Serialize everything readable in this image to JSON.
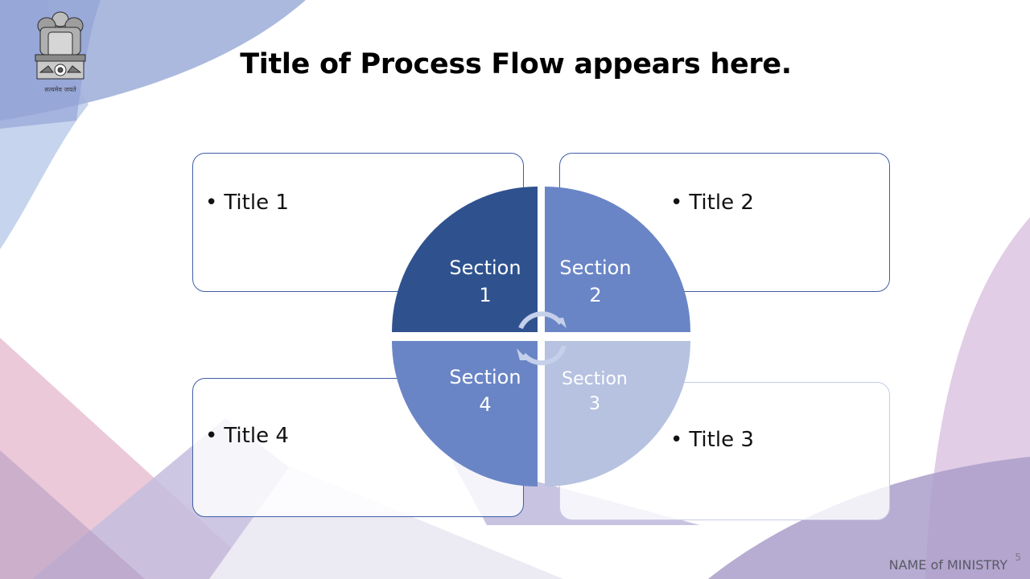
{
  "slide": {
    "title": "Title of Process Flow appears here.",
    "emblem_motto": "सत्यमेव जयते",
    "footer": "NAME of MINISTRY",
    "page_number": "5"
  },
  "cards": [
    {
      "label": "Title 1"
    },
    {
      "label": "Title 2"
    },
    {
      "label": "Title 3"
    },
    {
      "label": "Title 4"
    }
  ],
  "sections": [
    {
      "line1": "Section",
      "line2": "1",
      "color": "#2f528f"
    },
    {
      "line1": "Section",
      "line2": "2",
      "color": "#6a85c6"
    },
    {
      "line1": "Section",
      "line2": "3",
      "color": "#b6c2e0"
    },
    {
      "line1": "Section",
      "line2": "4",
      "color": "#6a85c6"
    }
  ],
  "bullet": "•",
  "colors": {
    "card_border": "#3f5ea8",
    "background_blue": "#9aa8d8",
    "background_lavender": "#b5a9cf",
    "background_pink": "#e8c6d6"
  }
}
